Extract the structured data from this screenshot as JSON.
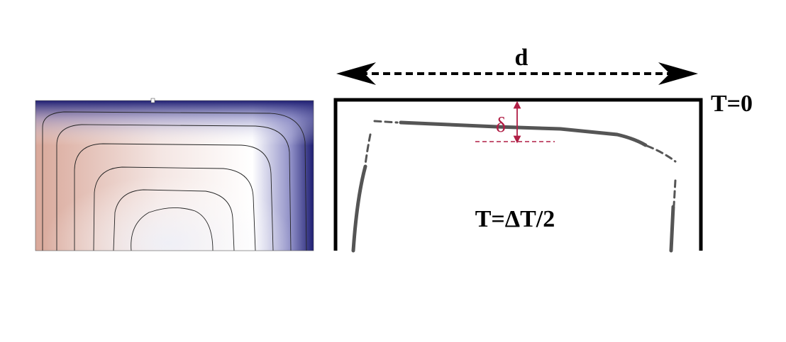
{
  "labels": {
    "width": "d",
    "boundary_temperature": "T=0",
    "interior_temperature": "T=ΔT/2",
    "boundary_layer": "δ"
  },
  "colors": {
    "frame": "#000000",
    "boundary_layer_curve": "#555555",
    "delta_annotation": "#b01e45",
    "field_warm": "#d9a89a",
    "field_neutral": "#ffffff",
    "field_cold": "#1a1a6e",
    "contour": "#222222"
  }
}
